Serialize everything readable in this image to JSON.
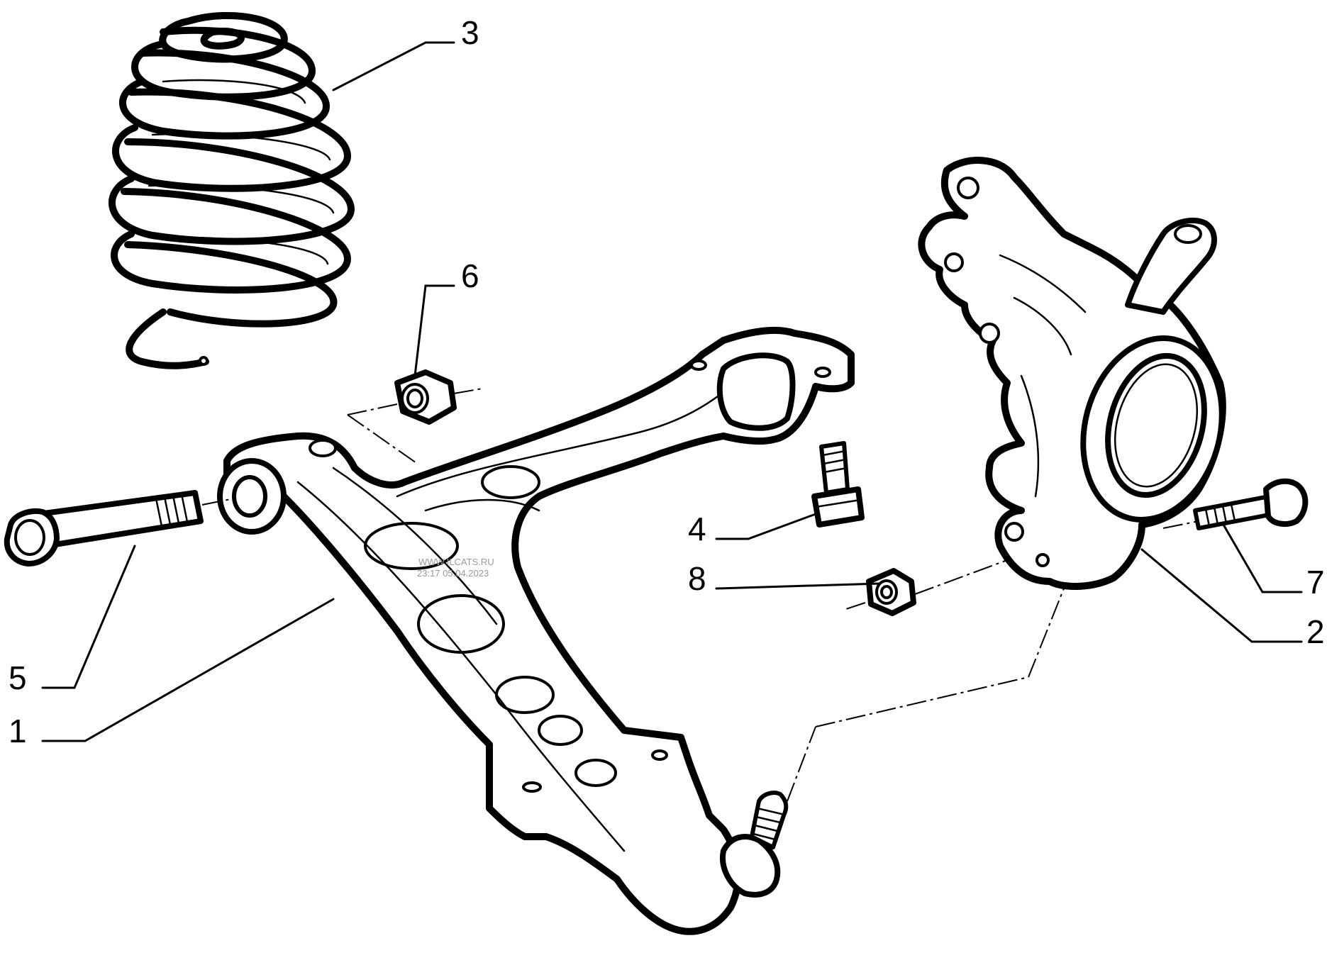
{
  "diagram": {
    "callouts": [
      {
        "id": "1",
        "label": "1"
      },
      {
        "id": "2",
        "label": "2"
      },
      {
        "id": "3",
        "label": "3"
      },
      {
        "id": "4",
        "label": "4"
      },
      {
        "id": "5",
        "label": "5"
      },
      {
        "id": "6",
        "label": "6"
      },
      {
        "id": "7",
        "label": "7"
      },
      {
        "id": "8",
        "label": "8"
      }
    ],
    "watermark": {
      "line1": "WWW.ILCATS.RU",
      "line2": "23:17 05.04.2023"
    },
    "colors": {
      "ink": "#000000",
      "paper": "#ffffff",
      "watermark": "#9a9a9a"
    }
  }
}
